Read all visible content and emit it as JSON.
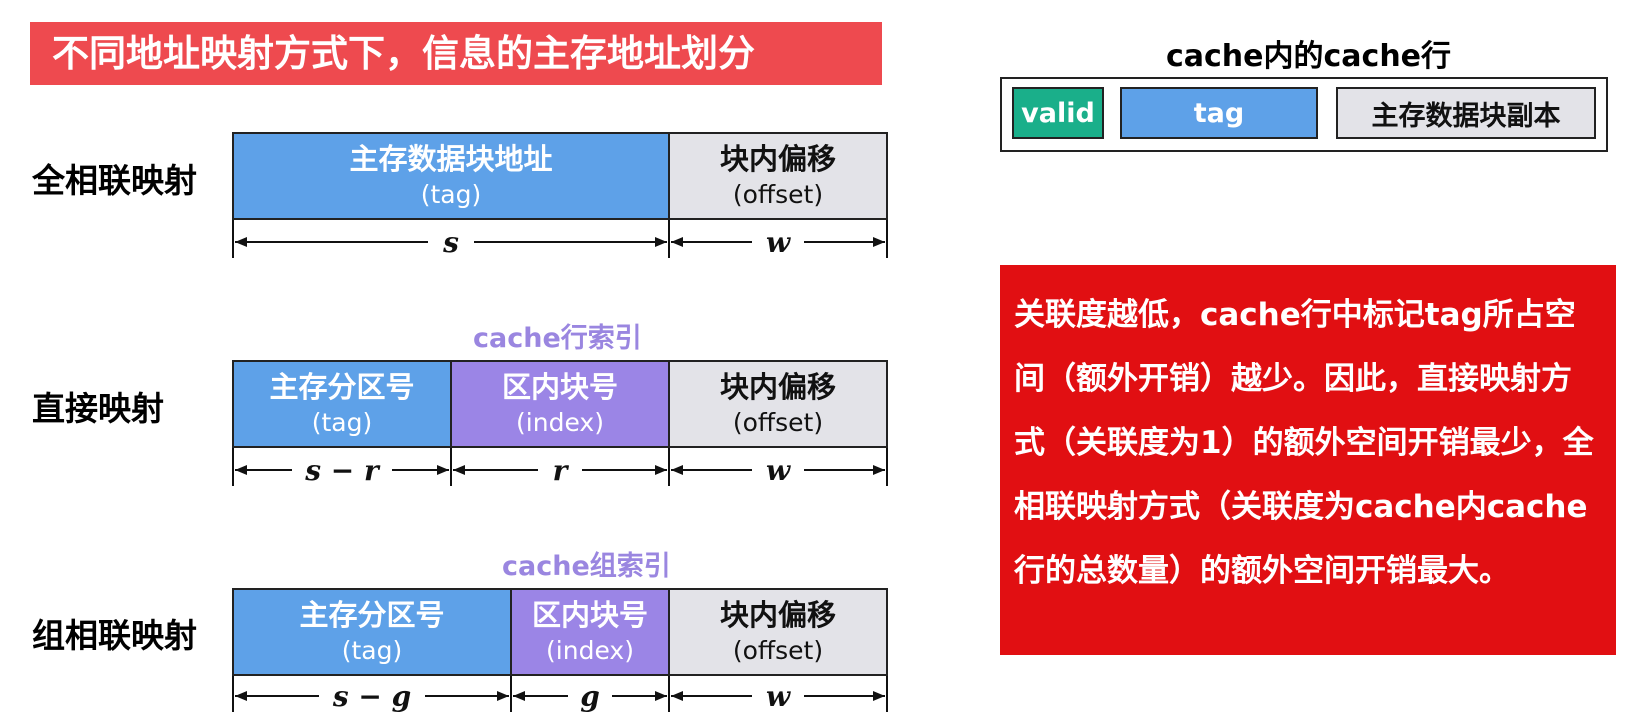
{
  "title": "不同地址映射方式下，信息的主存地址划分",
  "rows": [
    {
      "label": "全相联映射",
      "fields": [
        {
          "main": "主存数据块地址",
          "sub": "(tag)"
        },
        {
          "main": "块内偏移",
          "sub": "(offset)"
        }
      ],
      "dims": [
        "s",
        "w"
      ]
    },
    {
      "label": "直接映射",
      "index_caption": "cache行索引",
      "fields": [
        {
          "main": "主存分区号",
          "sub": "(tag)"
        },
        {
          "main": "区内块号",
          "sub": "(index)"
        },
        {
          "main": "块内偏移",
          "sub": "(offset)"
        }
      ],
      "dims": [
        "s − r",
        "r",
        "w"
      ]
    },
    {
      "label": "组相联映射",
      "index_caption": "cache组索引",
      "fields": [
        {
          "main": "主存分区号",
          "sub": "(tag)"
        },
        {
          "main": "区内块号",
          "sub": "(index)"
        },
        {
          "main": "块内偏移",
          "sub": "(offset)"
        }
      ],
      "dims": [
        "s − g",
        "g",
        "w"
      ]
    }
  ],
  "cache_line": {
    "title": "cache内的cache行",
    "cells": [
      "valid",
      "tag",
      "主存数据块副本"
    ]
  },
  "note": "关联度越低，cache行中标记tag所占空间（额外开销）越少。因此，直接映射方式（关联度为1）的额外空间开销最少，全相联映射方式（关联度为cache内cache行的总数量）的额外空间开销最大。",
  "colors": {
    "banner": "#ee4a4f",
    "tag_field": "#5ea1e8",
    "index_field": "#9b85e6",
    "offset_field": "#e3e3e8",
    "valid_field": "#1aaf8a",
    "note_box": "#e10f12",
    "index_caption": "#9a86e0"
  }
}
